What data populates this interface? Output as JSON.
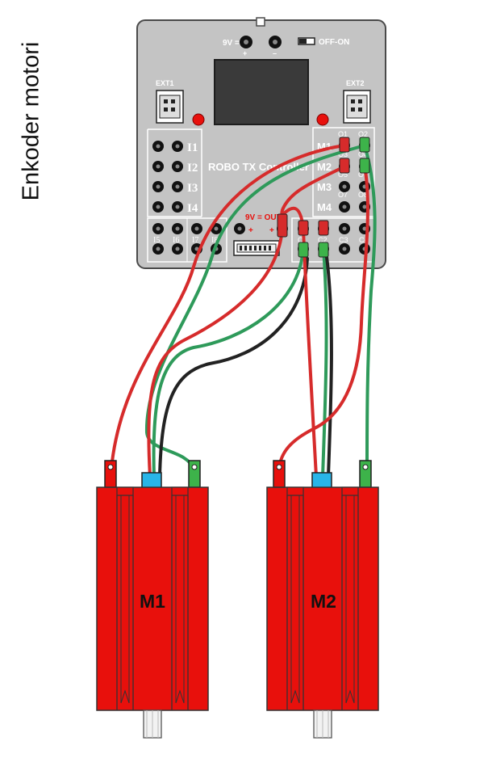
{
  "title": "Enkoder motori",
  "controller": {
    "name": "ROBO TX Controller",
    "power_in_label": "9V = IN",
    "plus": "+",
    "minus": "–",
    "switch_label": "OFF-ON",
    "ext1": "EXT1",
    "ext2": "EXT2",
    "out_label": "9V = OUT",
    "inputs": [
      "I1",
      "I2",
      "I3",
      "I4"
    ],
    "lower_inputs": [
      "I5",
      "I6",
      "I7",
      "I8"
    ],
    "motors": [
      "M1",
      "M2",
      "M3",
      "M4"
    ],
    "outputs_left": [
      "O1",
      "O3",
      "O5",
      "O7"
    ],
    "outputs_right": [
      "O2",
      "O4",
      "O6",
      "O8"
    ],
    "counters": [
      "C1",
      "C2",
      "C3",
      "C4"
    ]
  },
  "motors": {
    "m1_label": "M1",
    "m2_label": "M2"
  },
  "colors": {
    "wire_red": "#d62b2b",
    "wire_green": "#2e9a5a",
    "wire_black": "#222222",
    "motor_body": "#e8100c",
    "controller_body": "#c4c4c4",
    "encoder_plug": "#29b5e8",
    "plug_green": "#3db34a"
  }
}
